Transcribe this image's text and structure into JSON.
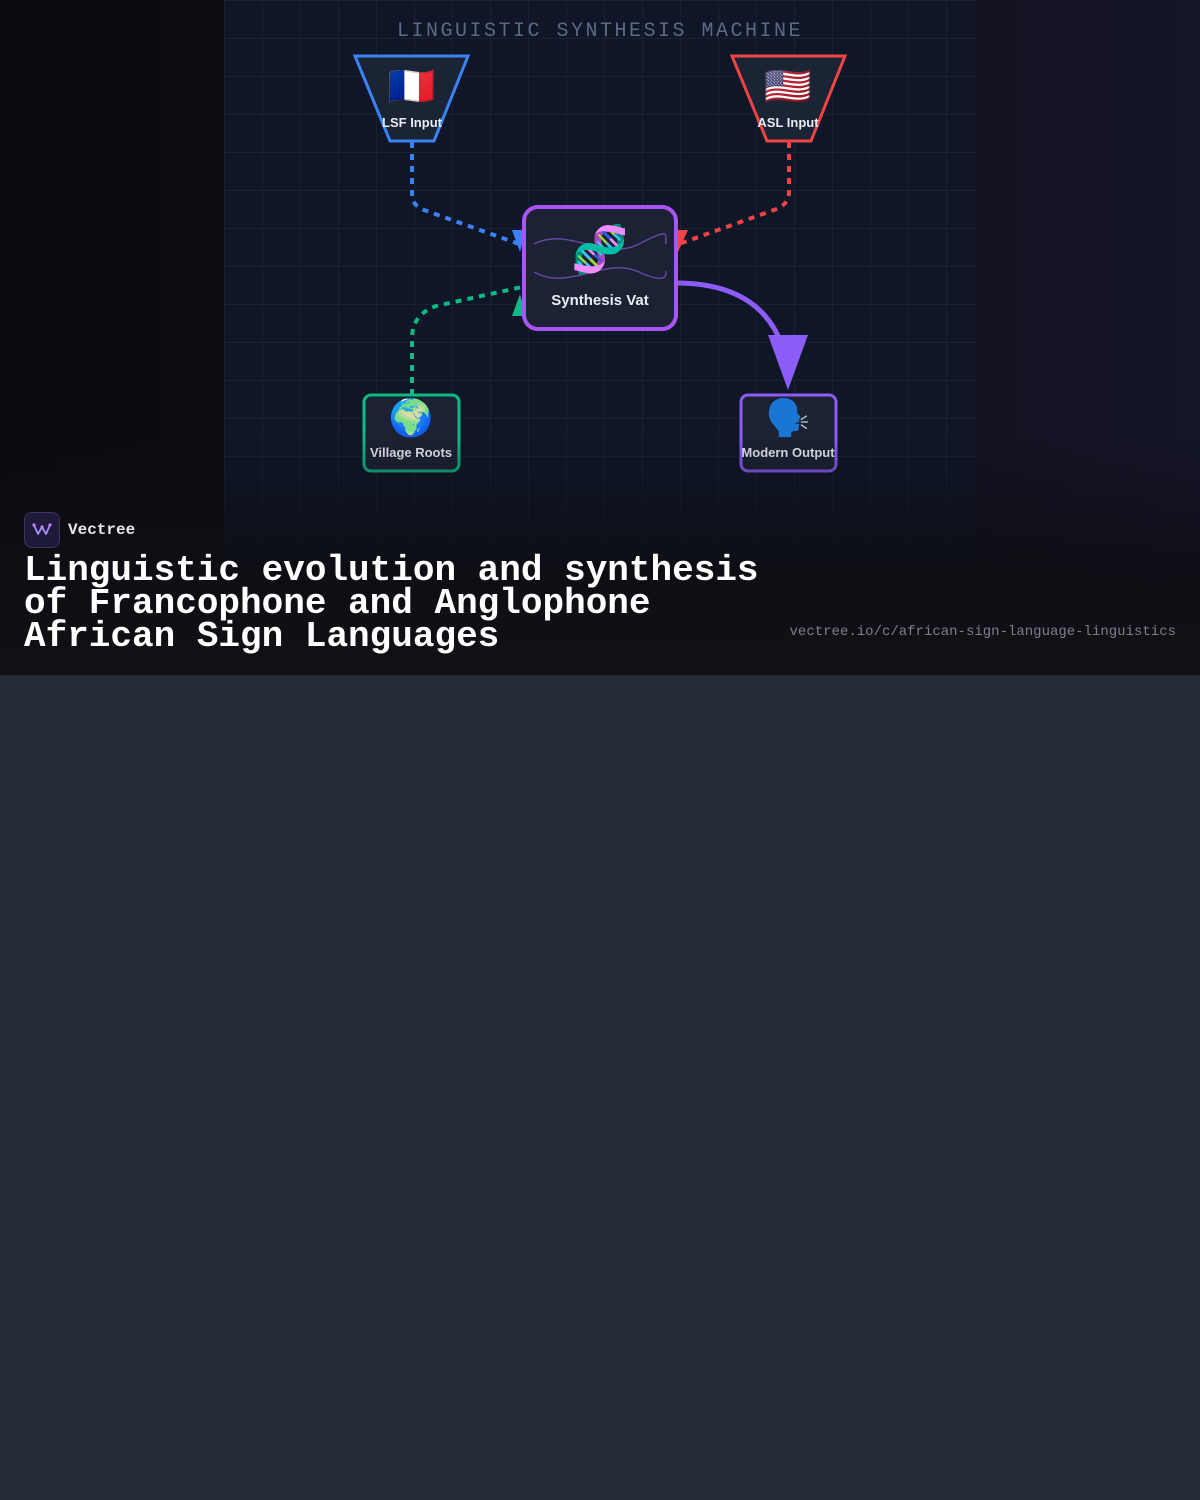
{
  "diagram": {
    "title": "LINGUISTIC SYNTHESIS MACHINE",
    "nodes": [
      {
        "id": "lsf",
        "label": "LSF Input",
        "emoji": "🇫🇷",
        "color": "#3b82f6"
      },
      {
        "id": "asl",
        "label": "ASL Input",
        "emoji": "🇺🇸",
        "color": "#ef4444"
      },
      {
        "id": "vat",
        "label": "Synthesis Vat",
        "emoji": "🧬",
        "color": "#a855f7"
      },
      {
        "id": "roots",
        "label": "Village Roots",
        "emoji": "🌍",
        "color": "#10b981"
      },
      {
        "id": "output",
        "label": "Modern Output",
        "emoji": "🗣️",
        "color": "#8b5cf6"
      }
    ],
    "edges": [
      {
        "from": "lsf",
        "to": "vat",
        "style": "dashed",
        "color": "#3b82f6"
      },
      {
        "from": "asl",
        "to": "vat",
        "style": "dashed",
        "color": "#ef4444"
      },
      {
        "from": "roots",
        "to": "vat",
        "style": "dashed",
        "color": "#10b981"
      },
      {
        "from": "vat",
        "to": "output",
        "style": "solid",
        "color": "#8b5cf6"
      }
    ]
  },
  "footer": {
    "brand": "Vectree",
    "headline": "Linguistic evolution and synthesis of Francophone and Anglophone African Sign Languages",
    "url": "vectree.io/c/african-sign-language-linguistics"
  }
}
